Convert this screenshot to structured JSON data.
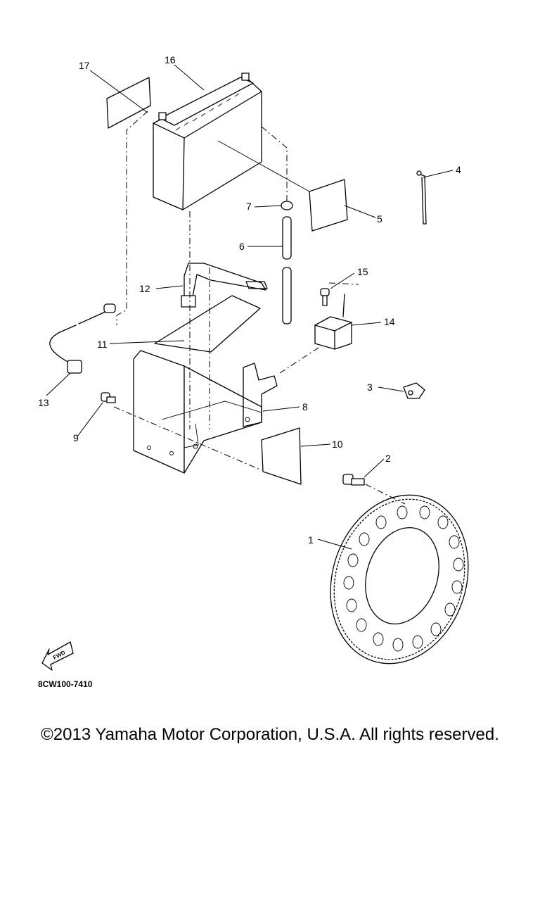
{
  "diagram": {
    "callouts": [
      "1",
      "2",
      "3",
      "4",
      "5",
      "6",
      "7",
      "8",
      "9",
      "10",
      "11",
      "12",
      "13",
      "14",
      "15",
      "16",
      "17"
    ],
    "direction_label": "FWD",
    "drawing_code": "8CW100-7410"
  },
  "footer": {
    "copyright": "©2013 Yamaha Motor Corporation, U.S.A. All rights reserved."
  }
}
